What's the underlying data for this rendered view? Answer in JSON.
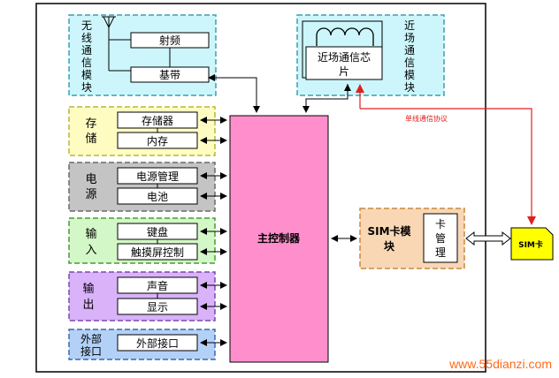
{
  "wireless": {
    "title_chars": [
      "无",
      "线",
      "通",
      "信",
      "模",
      "块"
    ],
    "rf": "射频",
    "baseband": "基带"
  },
  "nfc": {
    "title_chars": [
      "近",
      "场",
      "通",
      "信",
      "模",
      "块"
    ],
    "chip_line1": "近场通信芯",
    "chip_line2": "片"
  },
  "single_wire_protocol": "单线通信协议",
  "storage": {
    "title_chars": [
      "存",
      "储"
    ],
    "memory": "存储器",
    "ram": "内存"
  },
  "power": {
    "title_chars": [
      "电",
      "源"
    ],
    "power_mgmt": "电源管理",
    "battery": "电池"
  },
  "input": {
    "title_chars": [
      "输",
      "入"
    ],
    "keyboard": "键盘",
    "touch": "触摸屏控制"
  },
  "output": {
    "title_chars": [
      "输",
      "出"
    ],
    "sound": "声音",
    "display": "显示"
  },
  "external": {
    "title_line1": "外部",
    "title_line2": "接口",
    "interface": "外部接口"
  },
  "main_controller": "主控制器",
  "sim_module": {
    "title_line1": "SIM卡模",
    "title_line2": "块",
    "card_mgmt_line1": "卡",
    "card_mgmt_line2": "管",
    "card_mgmt_line3": "理"
  },
  "sim_card": "SIM卡",
  "watermark": "www.55dianzi.com",
  "colors": {
    "wireless_bg": "#ccf6fb",
    "nfc_bg": "#ccf6fb",
    "storage_bg": "#fffcc2",
    "power_bg": "#c4c4c4",
    "input_bg": "#d3f7c6",
    "output_bg": "#d9b2fa",
    "external_bg": "#b3d1f7",
    "controller_bg": "#ff8fcc",
    "sim_module_bg": "#f9d7b5",
    "sim_card_bg": "#ffff00",
    "protocol_line": "#e02020"
  }
}
